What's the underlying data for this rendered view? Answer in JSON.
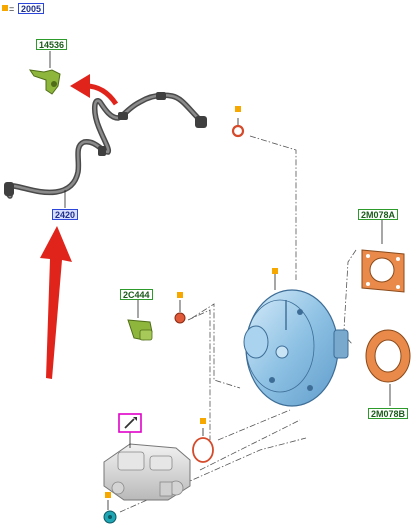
{
  "legend": {
    "equals": "=",
    "key_code": "2005",
    "key_color": "#f6a800"
  },
  "parts": {
    "bracket": "14536",
    "vacuum_hose": "2420",
    "check_valve": "2C444",
    "gasket_a": "2M078A",
    "gasket_b": "2M078B"
  },
  "colors": {
    "marker": "#f6a800",
    "arrow": "#e0241b",
    "booster": "#9ccbe8",
    "gasket": "#e98a4b",
    "callout_border": "#2b46d9",
    "callout_green": "#2c9b2c",
    "icon_frame": "#e000c8"
  },
  "icons": {
    "legend": "square-marker-icon",
    "service": "wrench-pencil-icon"
  }
}
